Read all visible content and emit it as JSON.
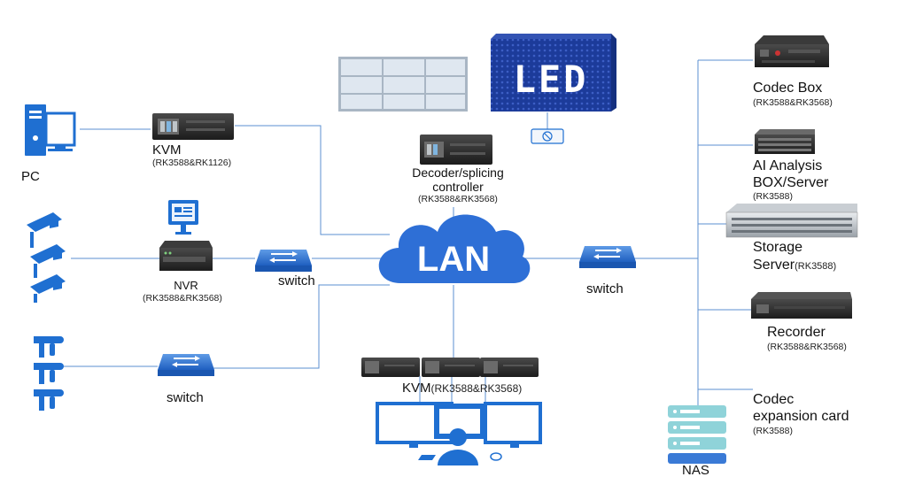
{
  "cloud": {
    "label": "LAN"
  },
  "led_sign": {
    "text": "LED"
  },
  "devices": {
    "pc": {
      "label": "PC"
    },
    "kvm_top": {
      "label": "KVM",
      "chip": "(RK3588&RK1126)"
    },
    "decoder": {
      "line1": "Decoder/splicing",
      "line2": "controller",
      "chip": "(RK3588&RK3568)"
    },
    "nvr": {
      "label": "NVR",
      "chip": "(RK3588&RK3568)"
    },
    "switch_mid": {
      "label": "switch"
    },
    "switch_low": {
      "label": "switch"
    },
    "switch_right": {
      "label": "switch"
    },
    "kvm_bottom": {
      "label": "KVM",
      "chip": "(RK3588&RK3568)"
    },
    "codec_box": {
      "label": "Codec Box",
      "chip": "(RK3588&RK3568)"
    },
    "ai_box": {
      "line1": "AI Analysis",
      "line2": "BOX/Server",
      "chip": "(RK3588)"
    },
    "storage": {
      "line1": "Storage",
      "line2": "Server",
      "chip": "(RK3588)"
    },
    "recorder": {
      "label": "Recorder",
      "chip": "(RK3588&RK3568)"
    },
    "codec_card": {
      "line1": "Codec",
      "line2": "expansion card",
      "chip": "(RK3588)"
    },
    "nas": {
      "label": "NAS"
    }
  },
  "colors": {
    "blue": "#1f6fd1",
    "line": "#5b8fd0",
    "cloud": "#2e6fd6",
    "device_dark": "#2a2a2a",
    "led_panel": "#1c3b9a"
  }
}
